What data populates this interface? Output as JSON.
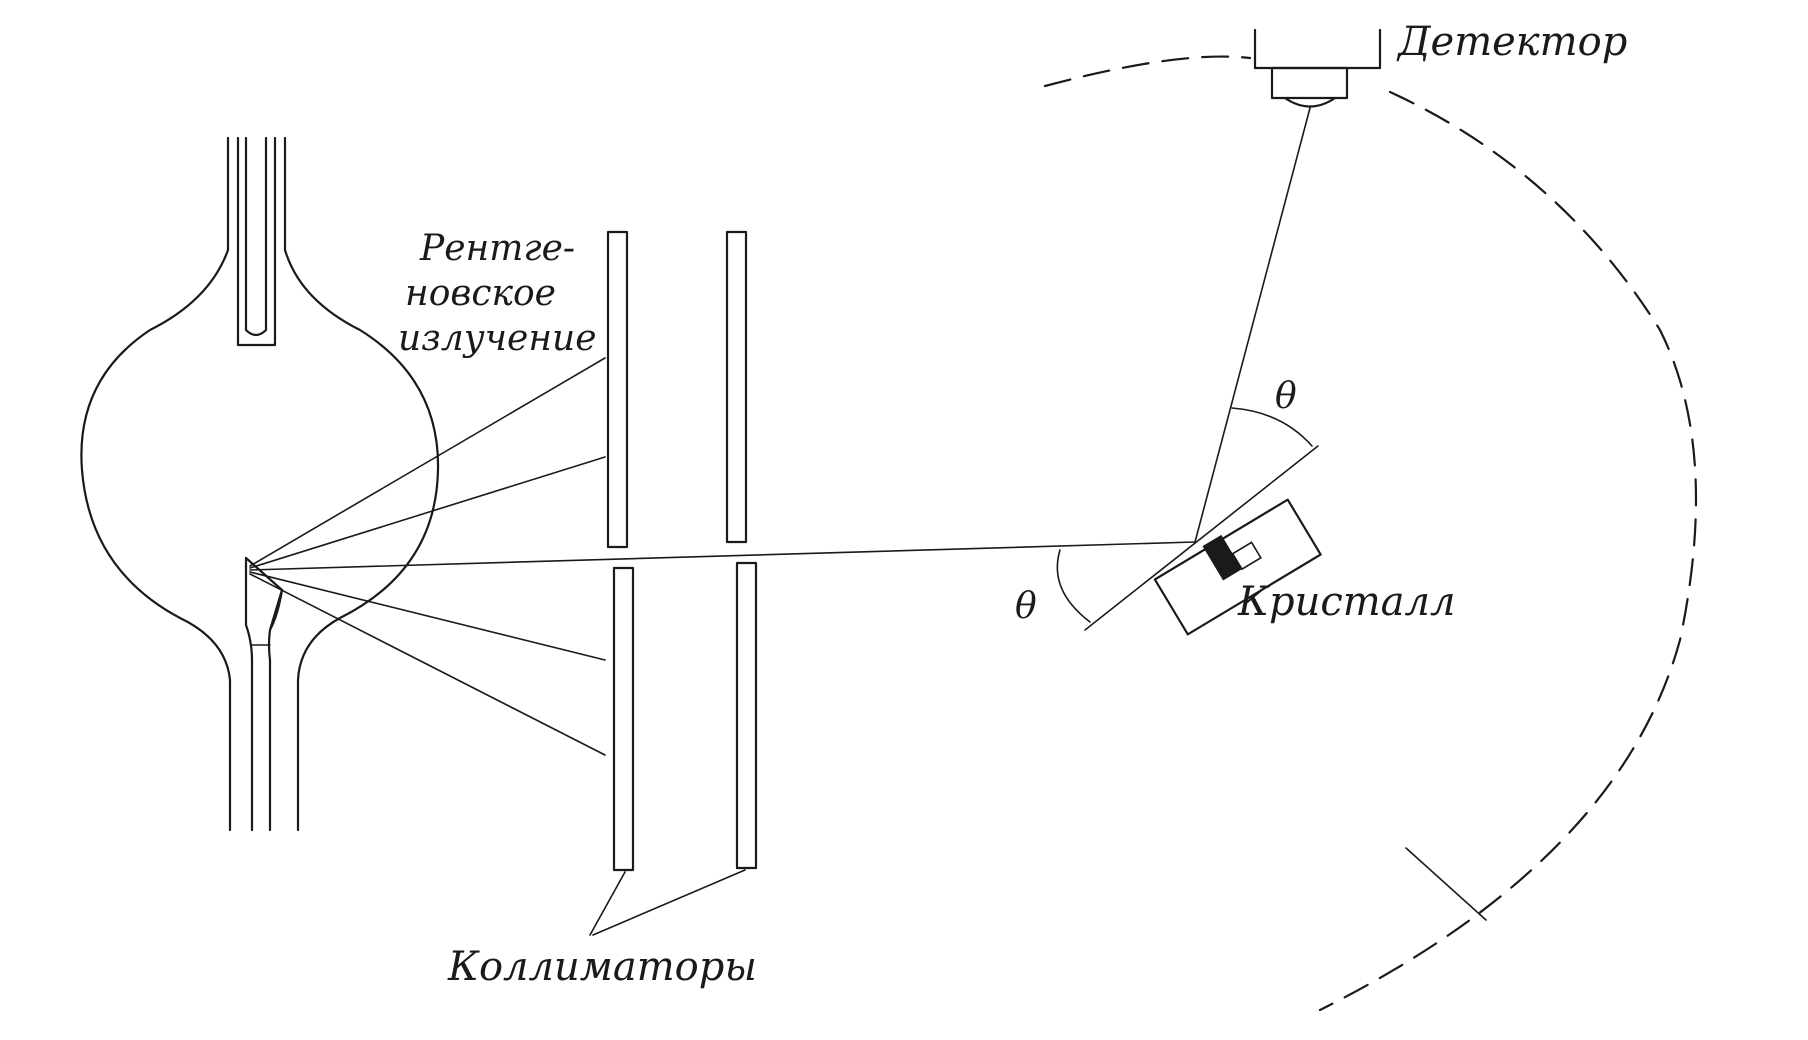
{
  "labels": {
    "detector": "Детектор",
    "xray_line1": "Рентге-",
    "xray_line2": "новское",
    "xray_line3": "излучение",
    "crystal": "Кристалл",
    "collimators": "Коллиматоры",
    "theta_incident": "θ",
    "theta_reflected": "θ"
  }
}
